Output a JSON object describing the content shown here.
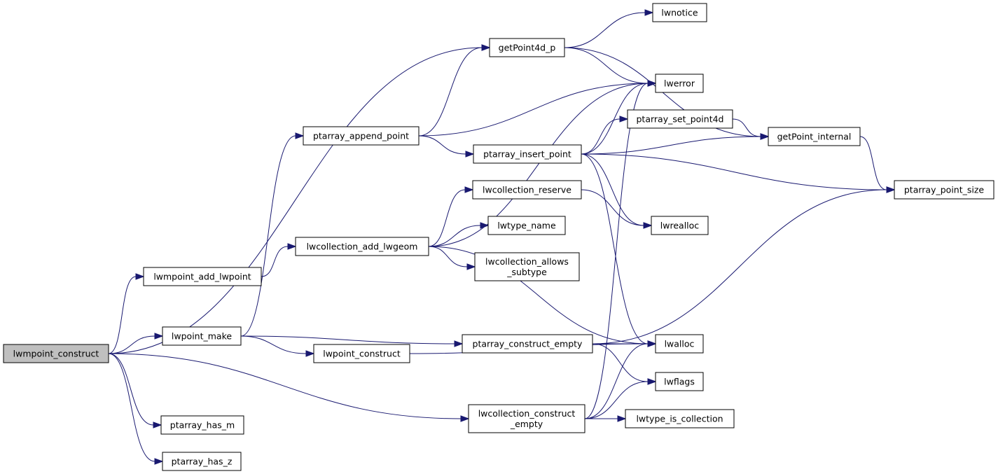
{
  "colors": {
    "edge": "#191970",
    "root_fill": "#bfbfbf",
    "node_fill": "#ffffff",
    "border": "#000000"
  },
  "nodes": {
    "lwmpoint_construct": {
      "lines": [
        "lwmpoint_construct"
      ],
      "root": true
    },
    "lwmpoint_add_lwpoint": {
      "lines": [
        "lwmpoint_add_lwpoint"
      ]
    },
    "lwpoint_make": {
      "lines": [
        "lwpoint_make"
      ]
    },
    "ptarray_has_m": {
      "lines": [
        "ptarray_has_m"
      ]
    },
    "ptarray_has_z": {
      "lines": [
        "ptarray_has_z"
      ]
    },
    "getPoint4d_p": {
      "lines": [
        "getPoint4d_p"
      ]
    },
    "ptarray_append_point": {
      "lines": [
        "ptarray_append_point"
      ]
    },
    "lwcollection_add_lwgeom": {
      "lines": [
        "lwcollection_add_lwgeom"
      ]
    },
    "lwpoint_construct": {
      "lines": [
        "lwpoint_construct"
      ]
    },
    "ptarray_insert_point": {
      "lines": [
        "ptarray_insert_point"
      ]
    },
    "lwcollection_reserve": {
      "lines": [
        "lwcollection_reserve"
      ]
    },
    "lwtype_name": {
      "lines": [
        "lwtype_name"
      ]
    },
    "lwcollection_allows_subtype": {
      "lines": [
        "lwcollection_allows",
        "_subtype"
      ]
    },
    "ptarray_construct_empty": {
      "lines": [
        "ptarray_construct_empty"
      ]
    },
    "lwcollection_construct_empty": {
      "lines": [
        "lwcollection_construct",
        "_empty"
      ]
    },
    "lwnotice": {
      "lines": [
        "lwnotice"
      ]
    },
    "lwerror": {
      "lines": [
        "lwerror"
      ]
    },
    "ptarray_set_point4d": {
      "lines": [
        "ptarray_set_point4d"
      ]
    },
    "lwrealloc": {
      "lines": [
        "lwrealloc"
      ]
    },
    "lwalloc": {
      "lines": [
        "lwalloc"
      ]
    },
    "lwflags": {
      "lines": [
        "lwflags"
      ]
    },
    "lwtype_is_collection": {
      "lines": [
        "lwtype_is_collection"
      ]
    },
    "getPoint_internal": {
      "lines": [
        "getPoint_internal"
      ]
    },
    "ptarray_point_size": {
      "lines": [
        "ptarray_point_size"
      ]
    }
  },
  "edges": [
    [
      "lwmpoint_construct",
      "getPoint4d_p"
    ],
    [
      "lwmpoint_construct",
      "lwmpoint_add_lwpoint"
    ],
    [
      "lwmpoint_construct",
      "lwpoint_make"
    ],
    [
      "lwmpoint_construct",
      "lwcollection_construct_empty"
    ],
    [
      "lwmpoint_construct",
      "ptarray_has_m"
    ],
    [
      "lwmpoint_construct",
      "ptarray_has_z"
    ],
    [
      "lwmpoint_add_lwpoint",
      "lwcollection_add_lwgeom"
    ],
    [
      "lwpoint_make",
      "ptarray_append_point"
    ],
    [
      "lwpoint_make",
      "ptarray_construct_empty"
    ],
    [
      "lwpoint_make",
      "lwpoint_construct"
    ],
    [
      "getPoint4d_p",
      "lwnotice"
    ],
    [
      "getPoint4d_p",
      "lwerror"
    ],
    [
      "getPoint4d_p",
      "getPoint_internal"
    ],
    [
      "ptarray_append_point",
      "getPoint4d_p"
    ],
    [
      "ptarray_append_point",
      "lwerror"
    ],
    [
      "ptarray_append_point",
      "ptarray_insert_point"
    ],
    [
      "ptarray_insert_point",
      "lwerror"
    ],
    [
      "ptarray_insert_point",
      "ptarray_set_point4d"
    ],
    [
      "ptarray_insert_point",
      "getPoint_internal"
    ],
    [
      "ptarray_insert_point",
      "ptarray_point_size"
    ],
    [
      "ptarray_insert_point",
      "lwrealloc"
    ],
    [
      "ptarray_insert_point",
      "lwalloc"
    ],
    [
      "ptarray_set_point4d",
      "getPoint_internal"
    ],
    [
      "getPoint_internal",
      "ptarray_point_size"
    ],
    [
      "lwcollection_add_lwgeom",
      "lwerror"
    ],
    [
      "lwcollection_add_lwgeom",
      "lwcollection_reserve"
    ],
    [
      "lwcollection_add_lwgeom",
      "lwtype_name"
    ],
    [
      "lwcollection_add_lwgeom",
      "lwcollection_allows_subtype"
    ],
    [
      "lwcollection_add_lwgeom",
      "lwalloc"
    ],
    [
      "lwcollection_reserve",
      "lwrealloc"
    ],
    [
      "ptarray_construct_empty",
      "ptarray_point_size"
    ],
    [
      "ptarray_construct_empty",
      "lwalloc"
    ],
    [
      "ptarray_construct_empty",
      "lwflags"
    ],
    [
      "lwpoint_construct",
      "lwalloc"
    ],
    [
      "lwcollection_construct_empty",
      "lwerror"
    ],
    [
      "lwcollection_construct_empty",
      "lwalloc"
    ],
    [
      "lwcollection_construct_empty",
      "lwflags"
    ],
    [
      "lwcollection_construct_empty",
      "lwtype_is_collection"
    ]
  ]
}
